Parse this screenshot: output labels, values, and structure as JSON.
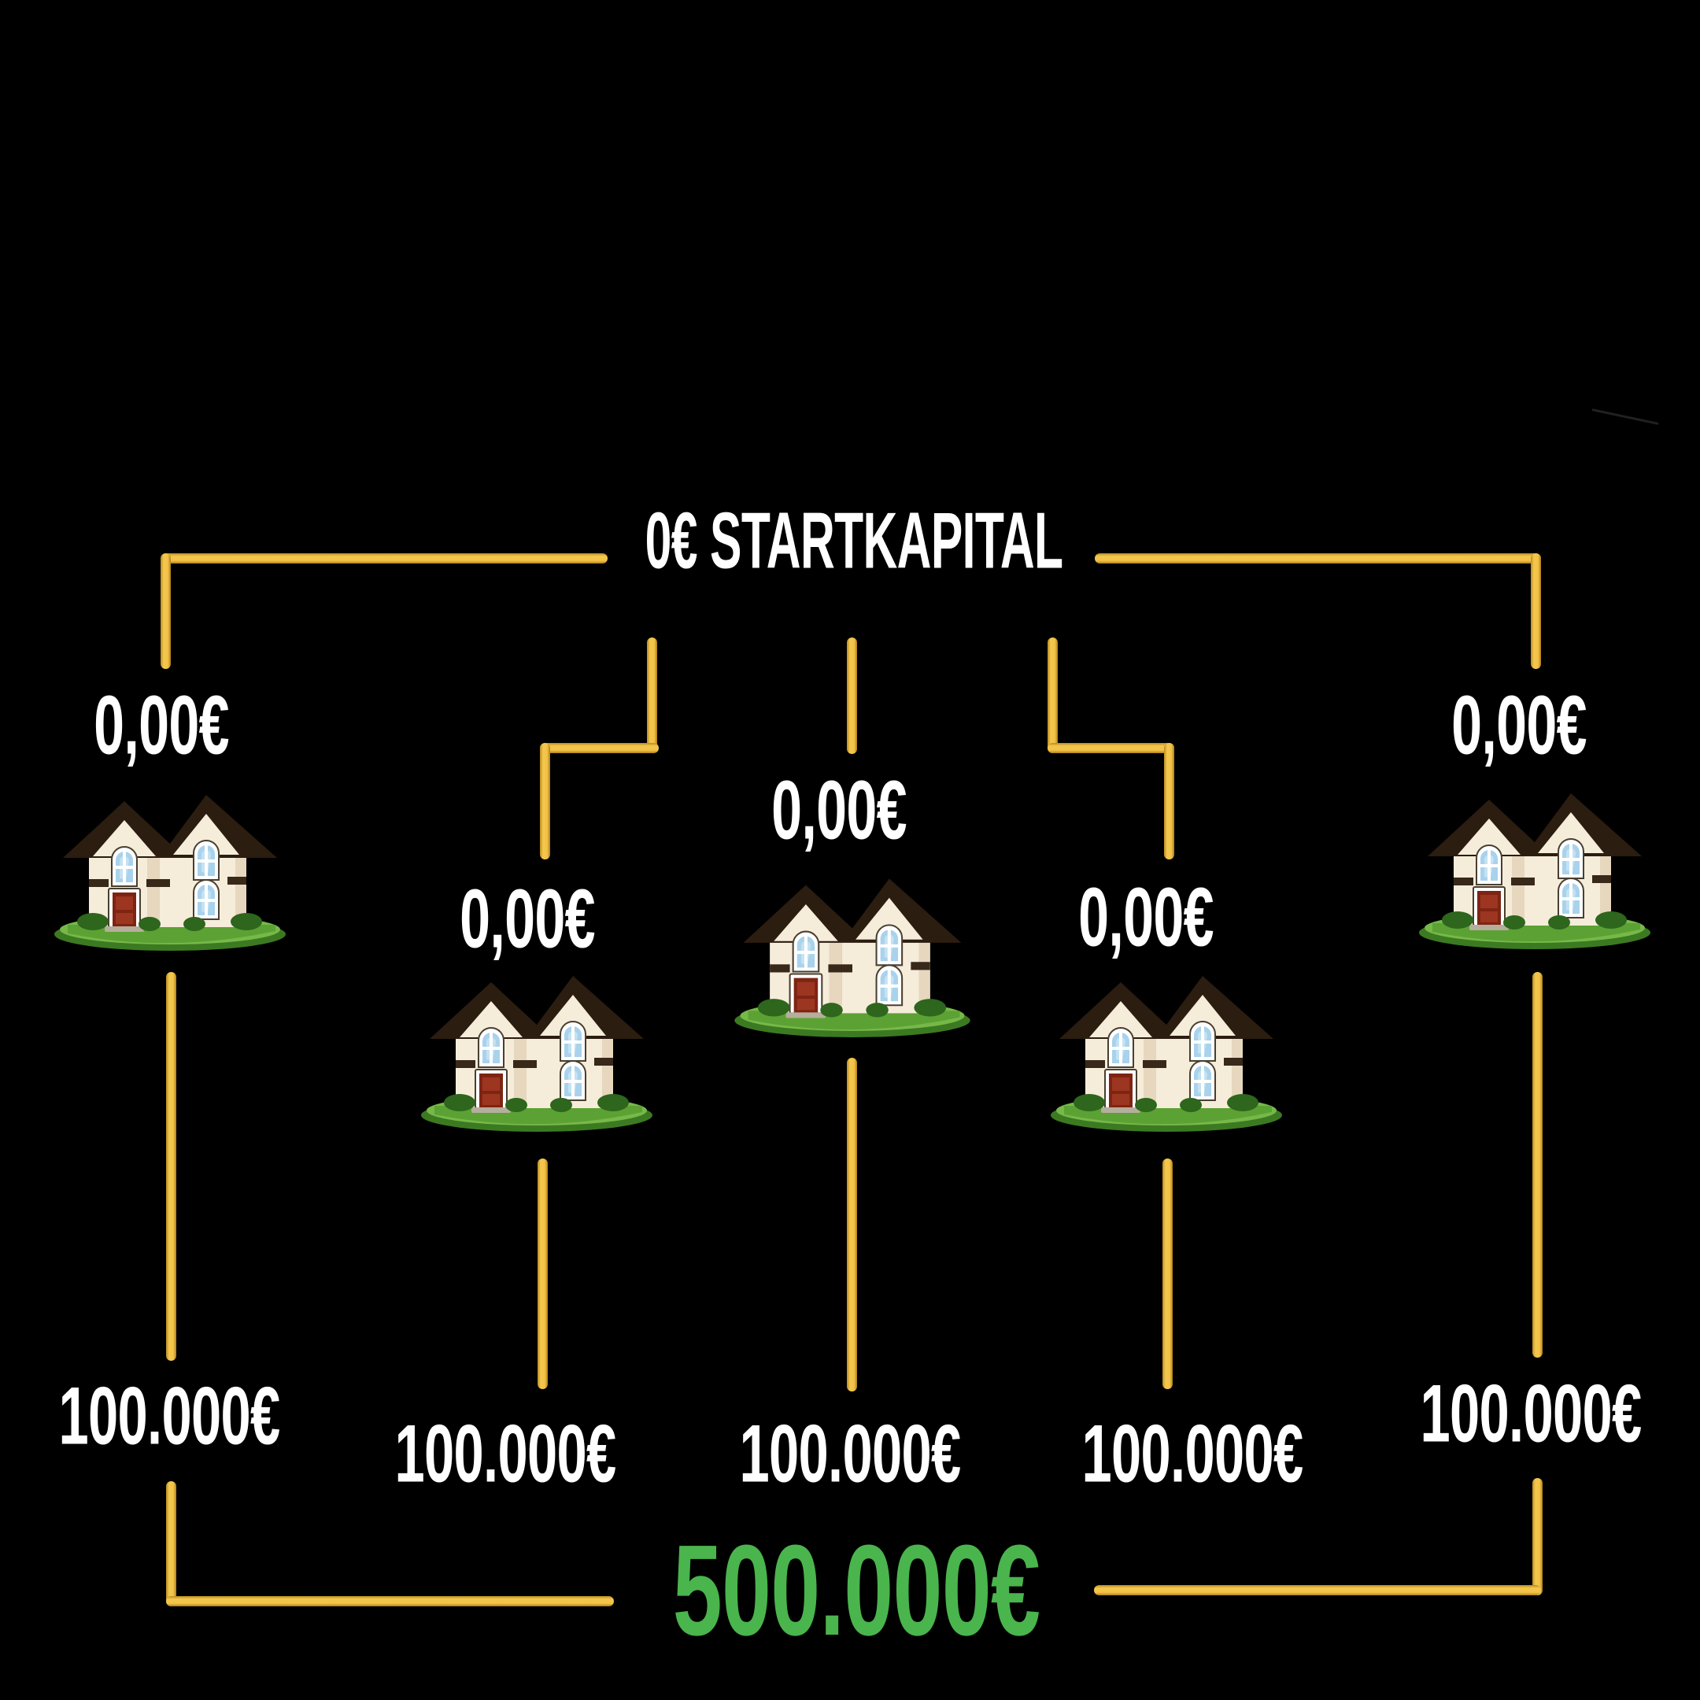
{
  "title": "0€ STARTKAPITAL",
  "total": "500.000€",
  "houses": [
    {
      "name": "house-1",
      "capital": "0,00€",
      "value": "100.000€"
    },
    {
      "name": "house-2",
      "capital": "0,00€",
      "value": "100.000€"
    },
    {
      "name": "house-3",
      "capital": "0,00€",
      "value": "100.000€"
    },
    {
      "name": "house-4",
      "capital": "0,00€",
      "value": "100.000€"
    },
    {
      "name": "house-5",
      "capital": "0,00€",
      "value": "100.000€"
    }
  ],
  "icons": {
    "house": "house-icon",
    "house_glyph": "🏠"
  },
  "colors": {
    "background": "#000000",
    "connector_line": "#f2c246",
    "capital_text": "#ffffff",
    "value_text": "#ffffff",
    "total_text": "#4ab44d"
  }
}
